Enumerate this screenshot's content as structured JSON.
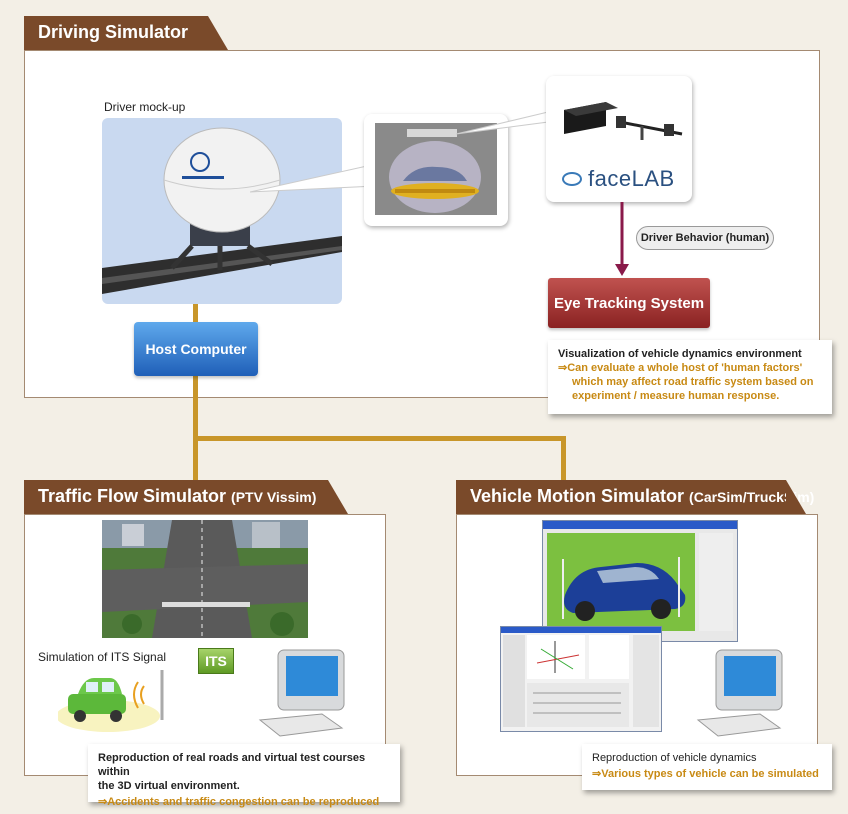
{
  "driving_simulator": {
    "title": "Driving Simulator",
    "mockup_label": "Driver mock-up",
    "facelab_logo": "faceLAB",
    "driver_behavior": "Driver Behavior (human)",
    "eye_tracking": "Eye Tracking System",
    "host_computer": "Host Computer",
    "note_line1": "Visualization of vehicle dynamics environment",
    "note_line2": "⇒Can evaluate a whole host of 'human factors'",
    "note_line3": "which may affect road traffic system based on",
    "note_line4": "experiment / measure human response."
  },
  "traffic_flow": {
    "title": "Traffic Flow Simulator",
    "subtitle": "(PTV Vissim)",
    "its_label": "Simulation of ITS Signal",
    "its_chip": "ITS",
    "note_line1": "Reproduction of real roads and virtual test courses within",
    "note_line2": "the 3D virtual environment.",
    "note_line3": "⇒Accidents and traffic congestion can be reproduced"
  },
  "vehicle_motion": {
    "title": "Vehicle Motion Simulator",
    "subtitle": "(CarSim/TruckSim)",
    "note_line1": "Reproduction of vehicle dynamics",
    "note_line2": "⇒Various types of vehicle can be simulated"
  },
  "colors": {
    "header_brown": "#7a4a2a",
    "wire_gold": "#c8962a",
    "highlight_gold": "#c88a14",
    "host_blue": "#1f5fb8",
    "eye_red": "#8a2222"
  }
}
